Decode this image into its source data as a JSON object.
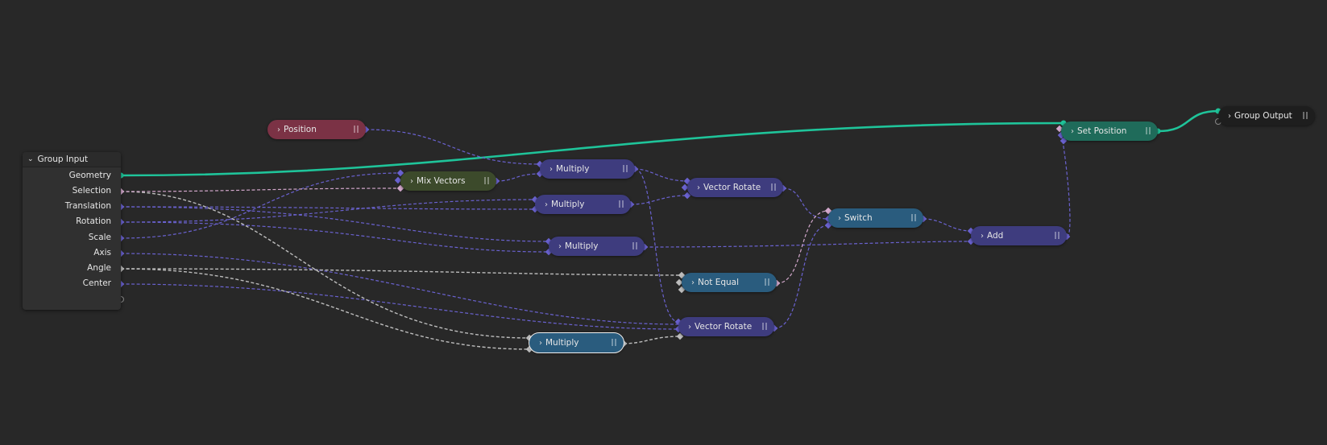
{
  "group_input": {
    "title": "Group Input",
    "sockets": [
      "Geometry",
      "Selection",
      "Translation",
      "Rotation",
      "Scale",
      "Axis",
      "Angle",
      "Center"
    ]
  },
  "nodes": {
    "position": "Position",
    "mix_vectors": "Mix Vectors",
    "multiply_1": "Multiply",
    "multiply_2": "Multiply",
    "multiply_3": "Multiply",
    "multiply_4": "Multiply",
    "vector_rotate_1": "Vector Rotate",
    "vector_rotate_2": "Vector Rotate",
    "not_equal": "Not Equal",
    "switch": "Switch",
    "add": "Add",
    "set_position": "Set Position",
    "group_output": "Group Output"
  },
  "colors": {
    "background": "#282828",
    "geometry_link": "#1fc49a",
    "vector_link": "#6a62d0",
    "float_link": "#bdbdbd",
    "bool_link": "#d3a8cc",
    "vector_math_node": "#3e3c7e",
    "input_node": "#7b3245",
    "mix_node": "#3c4a2b",
    "utility_node": "#2a5c7e",
    "geometry_node": "#1f6b5a"
  }
}
